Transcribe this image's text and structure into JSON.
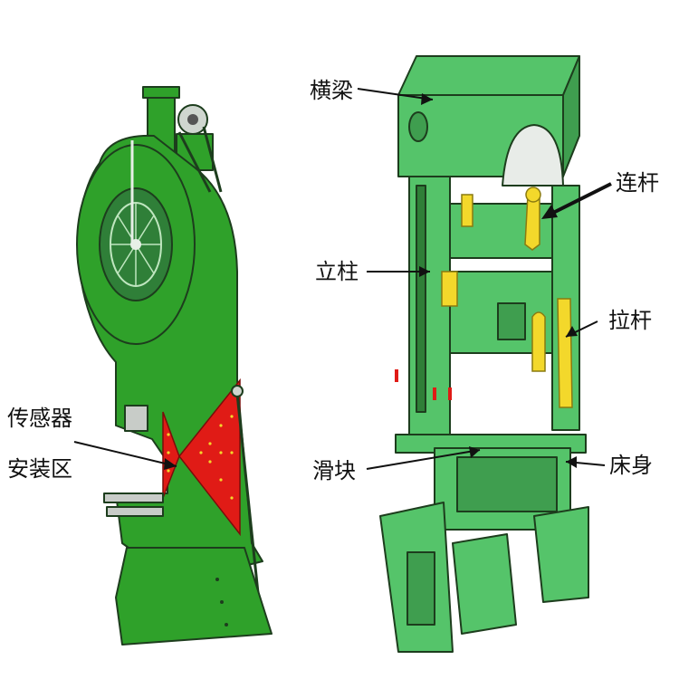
{
  "labels": {
    "sensor_area": [
      "传感器",
      "安装区"
    ],
    "crossbeam": "横梁",
    "connecting_rod": "连杆",
    "column": "立柱",
    "tie_rod": "拉杆",
    "slider": "滑块",
    "bed": "床身"
  },
  "colors": {
    "frame_green": "#2fa12a",
    "frame_green_light": "#55c46a",
    "outline": "#1d3d1d",
    "sensor_zone_red": "#e01b16",
    "highlight_yellow": "#f3d82b",
    "wheel_dark": "#2f7f38",
    "base_grey": "#c8ccc8"
  },
  "icons": {
    "left_machine": "c-frame-punch-press-icon",
    "right_machine": "straight-side-press-icon",
    "flywheel": "flywheel-icon"
  }
}
